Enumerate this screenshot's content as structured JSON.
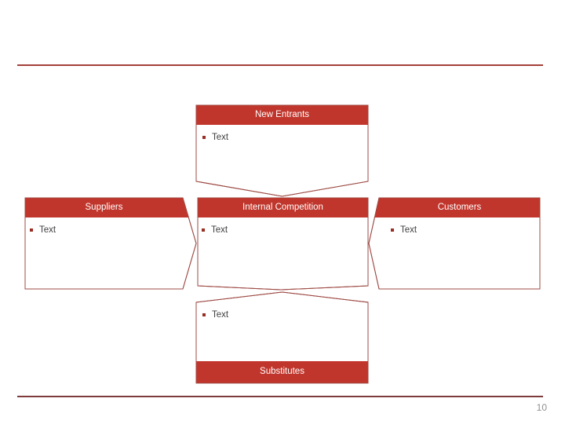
{
  "page": {
    "page_number": "10"
  },
  "diagram": {
    "boxes": {
      "new_entrants": {
        "title": "New Entrants",
        "bullets": [
          "Text"
        ]
      },
      "suppliers": {
        "title": "Suppliers",
        "bullets": [
          "Text"
        ]
      },
      "internal_competition": {
        "title": "Internal Competition",
        "bullets": [
          "Text"
        ]
      },
      "customers": {
        "title": "Customers",
        "bullets": [
          "Text"
        ]
      },
      "substitutes": {
        "title": "Substitutes",
        "bullets": [
          "Text"
        ]
      }
    }
  },
  "icons": {
    "bullet": "square-bullet-icon"
  },
  "colors": {
    "accent_red": "#C1362C",
    "shape_border": "#9E4B45",
    "bullet_square": "#992E24",
    "header_text": "#FFFFFF",
    "body_text": "#404040",
    "top_rule": "#A4403A",
    "bottom_rule": "#7E3B3B",
    "page_number_text": "#8F8F8F"
  }
}
